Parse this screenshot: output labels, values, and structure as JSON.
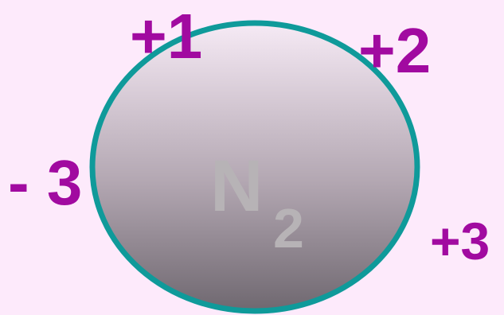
{
  "diagram": {
    "formula": {
      "element": "N",
      "subscript": "2"
    },
    "oxidation_states": {
      "top_left": "+1",
      "top_right": "+2",
      "left": "- 3",
      "bottom_right": "+3"
    },
    "colors": {
      "background": "#fdeafb",
      "label": "#a10aa0",
      "ellipse_border": "#0f9a9a",
      "ellipse_fill_top": "#f6eaf5",
      "ellipse_fill_bottom": "#6f6870",
      "formula_text": "#b7b3b6"
    }
  }
}
